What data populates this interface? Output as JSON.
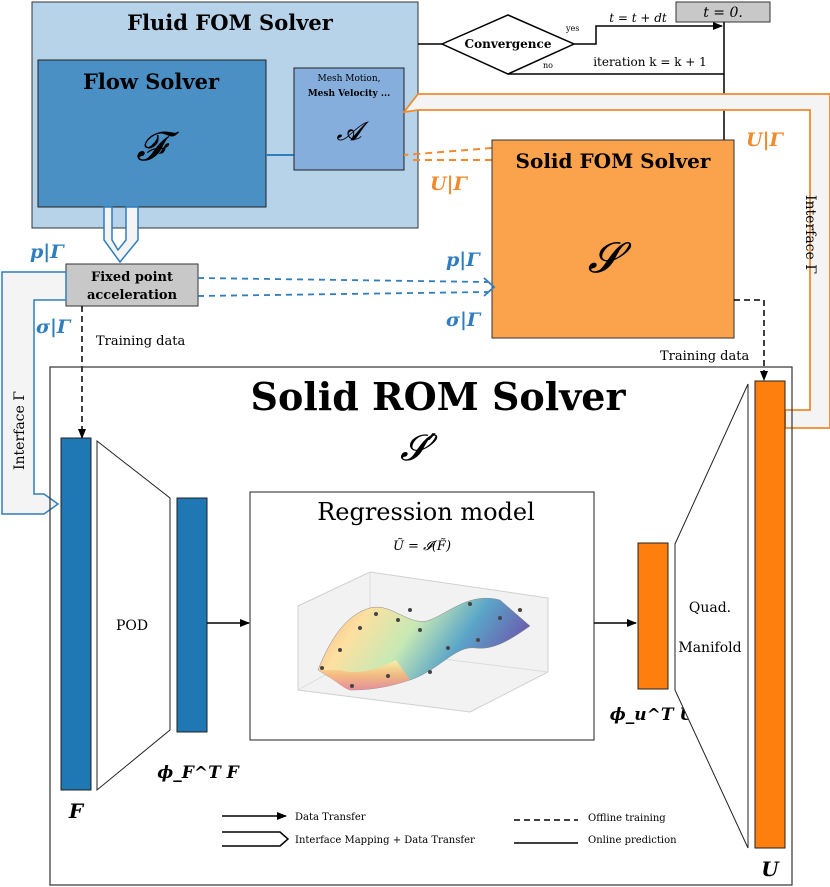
{
  "fluid_fom": {
    "title": "Fluid FOM Solver",
    "flow_solver_title": "Flow Solver",
    "flow_solver_symbol": "𝓕",
    "mesh_label_1": "Mesh Motion,",
    "mesh_label_2": "Mesh Velocity ...",
    "mesh_symbol": "𝓐"
  },
  "solid_fom": {
    "title": "Solid FOM Solver",
    "symbol": "𝓢"
  },
  "control": {
    "convergence": "Convergence",
    "yes": "yes",
    "no": "no",
    "time_update": "t = t + dt",
    "iteration_update": "iteration k = k + 1",
    "time_init": "t = 0."
  },
  "fixed_point": {
    "line1": "Fixed point",
    "line2": "acceleration"
  },
  "interface": {
    "u_gamma": "U|Γ",
    "p_gamma": "p|Γ",
    "sigma_gamma": "σ|Γ",
    "interface_label": "Interface Γ",
    "training_data": "Training data"
  },
  "rom": {
    "title": "Solid ROM Solver",
    "symbol": "𝓢′",
    "pod": "POD",
    "regression_title": "Regression model",
    "regression_eq": "Ũ = 𝓘(F̃)",
    "quad": "Quad.",
    "manifold": "Manifold",
    "f_label": "F",
    "phi_f_label": "ϕ_F^T F",
    "phi_u_label": "ϕ_u^T U",
    "u_label": "U"
  },
  "legend": {
    "data_transfer": "Data Transfer",
    "interface_mapping": "Interface Mapping + Data Transfer",
    "offline": "Offline training",
    "online": "Online prediction"
  },
  "colors": {
    "fluid_bg": "#b7d3e9",
    "flow_solver": "#4a90c4",
    "mesh_box": "#86aedc",
    "solid_orange": "#fba24c",
    "rom_orange": "#ff7f0e",
    "rom_blue": "#1f77b4",
    "interface_orange": "#f08a2c",
    "interface_blue": "#2f7dbd",
    "gray_box": "#c8c8c8"
  }
}
